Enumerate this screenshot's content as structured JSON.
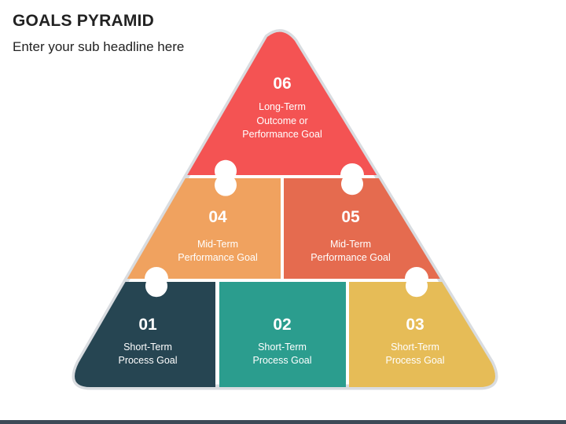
{
  "header": {
    "title": "GOALS PYRAMID",
    "subtitle": "Enter your sub headline here"
  },
  "colors": {
    "outline": "#d9dce0",
    "level_06": "#f45353",
    "level_04": "#f0a25f",
    "level_05": "#e56b4f",
    "level_01": "#264552",
    "level_02": "#2b9d8e",
    "level_03": "#e6bc57",
    "footer_bar": "#3d4a57"
  },
  "pieces": [
    {
      "number": "06",
      "label": [
        "Long-Term",
        "Outcome or",
        "Performance Goal"
      ]
    },
    {
      "number": "04",
      "label": [
        "Mid-Term",
        "Performance Goal"
      ]
    },
    {
      "number": "05",
      "label": [
        "Mid-Term",
        "Performance Goal"
      ]
    },
    {
      "number": "01",
      "label": [
        "Short-Term",
        "Process Goal"
      ]
    },
    {
      "number": "02",
      "label": [
        "Short-Term",
        "Process Goal"
      ]
    },
    {
      "number": "03",
      "label": [
        "Short-Term",
        "Process Goal"
      ]
    }
  ]
}
